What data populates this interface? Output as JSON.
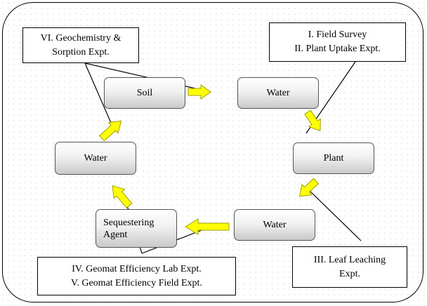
{
  "nodes": {
    "soil": "Soil",
    "water_top": "Water",
    "plant": "Plant",
    "water_bottom": "Water",
    "sequestering_line1": "Sequestering",
    "sequestering_line2": "Agent",
    "water_left": "Water"
  },
  "labels": {
    "geochem_line1": "VI.  Geochemistry &",
    "geochem_line2": "Sorption Expt.",
    "field_line1": "I.  Field Survey",
    "field_line2": "II. Plant Uptake Expt.",
    "leaf_line1": "III.  Leaf Leaching",
    "leaf_line2": "Expt.",
    "geomat_line1": "IV. Geomat Efficiency Lab Expt.",
    "geomat_line2": "V. Geomat Efficiency Field Expt."
  },
  "colors": {
    "arrow_fill": "#ffff00",
    "arrow_stroke": "#a0a000"
  }
}
